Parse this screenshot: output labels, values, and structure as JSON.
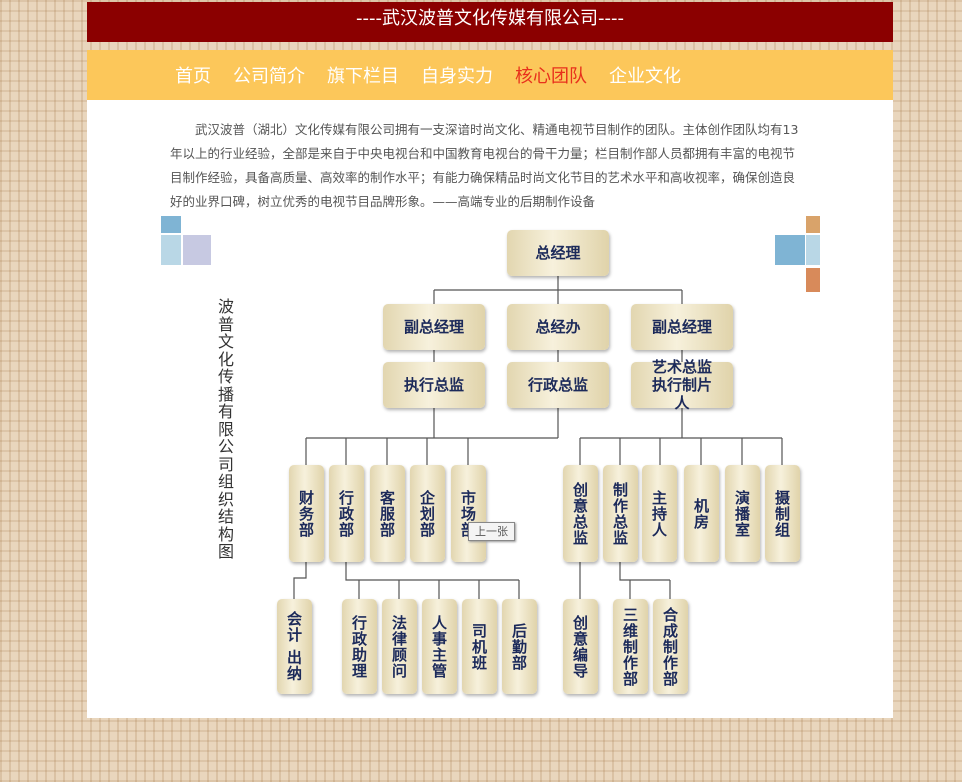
{
  "banner": {
    "title": "----武汉波普文化传媒有限公司----"
  },
  "nav": {
    "items": [
      "首页",
      "公司简介",
      "旗下栏目",
      "自身实力",
      "核心团队",
      "企业文化"
    ],
    "active": "核心团队",
    "active_color": "#e8301c"
  },
  "intro": "武汉波普（湖北）文化传媒有限公司拥有一支深谙时尚文化、精通电视节目制作的团队。主体创作团队均有13年以上的行业经验，全部是来自于中央电视台和中国教育电视台的骨干力量；栏目制作部人员都拥有丰富的电视节目制作经验，具备高质量、高效率的制作水平；有能力确保精品时尚文化节目的艺术水平和高收视率，确保创造良好的业界口碑，树立优秀的电视节目品牌形象。——高端专业的后期制作设备",
  "org": {
    "title": "波普文化传播有限公司组织结构图",
    "ceo": "总经理",
    "level2": [
      "副总经理",
      "总经办",
      "副总经理"
    ],
    "level3": [
      "执行总监",
      "行政总监",
      "艺术总监 执行制片人"
    ],
    "level4": [
      "财务部",
      "行政部",
      "客服部",
      "企划部",
      "市场部",
      "创意总监",
      "制作总监",
      "主持人",
      "机房",
      "演播室",
      "摄制组"
    ],
    "level5": [
      "会计 出纳",
      "行政助理",
      "法律顾问",
      "人事主管",
      "司机班",
      "后勤部",
      "创意编导",
      "三维制作部",
      "合成制作部"
    ]
  },
  "tooltip": "上一张"
}
